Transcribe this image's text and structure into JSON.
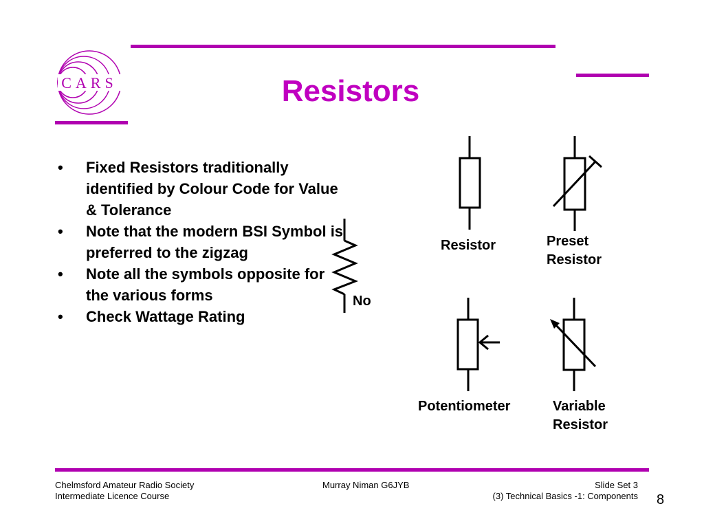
{
  "header": {
    "logo_text": "CARS",
    "title": "Resistors"
  },
  "bullets": [
    "Fixed Resistors traditionally identified by Colour Code for Value & Tolerance",
    "Note that the modern BSI Symbol is preferred  to the zigzag",
    "Note all the symbols opposite for the various forms",
    "Check Wattage Rating"
  ],
  "bullet_glyph": "•",
  "symbols": {
    "zigzag_label": "No",
    "resistor_label": "Resistor",
    "preset_label_1": "Preset",
    "preset_label_2": "Resistor",
    "potentiometer_label": "Potentiometer",
    "variable_label_1": "Variable",
    "variable_label_2": "Resistor"
  },
  "footer": {
    "left_line_1": "Chelmsford Amateur Radio Society",
    "left_line_2": "Intermediate Licence Course",
    "center": "Murray Niman G6JYB",
    "right_line_1": "Slide Set 3",
    "right_line_2": "(3) Technical Basics -1: Components",
    "page_number": "8"
  },
  "colors": {
    "accent": "#b000b0",
    "title": "#c000c0"
  }
}
